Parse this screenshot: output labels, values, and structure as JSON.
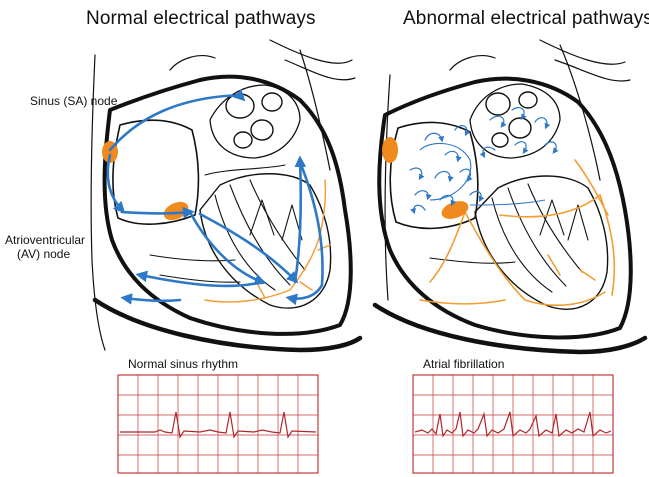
{
  "titles": {
    "normal": "Normal electrical pathways",
    "abnormal": "Abnormal electrical pathways"
  },
  "labels": {
    "sa_node": "Sinus (SA) node",
    "av_node_line1": "Atrioventricular",
    "av_node_line2": "(AV) node"
  },
  "ecg": {
    "normal_title": "Normal sinus rhythm",
    "abnormal_title": "Atrial fibrillation"
  },
  "colors": {
    "outline": "#111111",
    "pathway": "#2e78c8",
    "node": "#f08a1e",
    "purkinje": "#f39c33",
    "ecg_grid": "#c33a3a",
    "ecg_trace": "#b1262b"
  }
}
